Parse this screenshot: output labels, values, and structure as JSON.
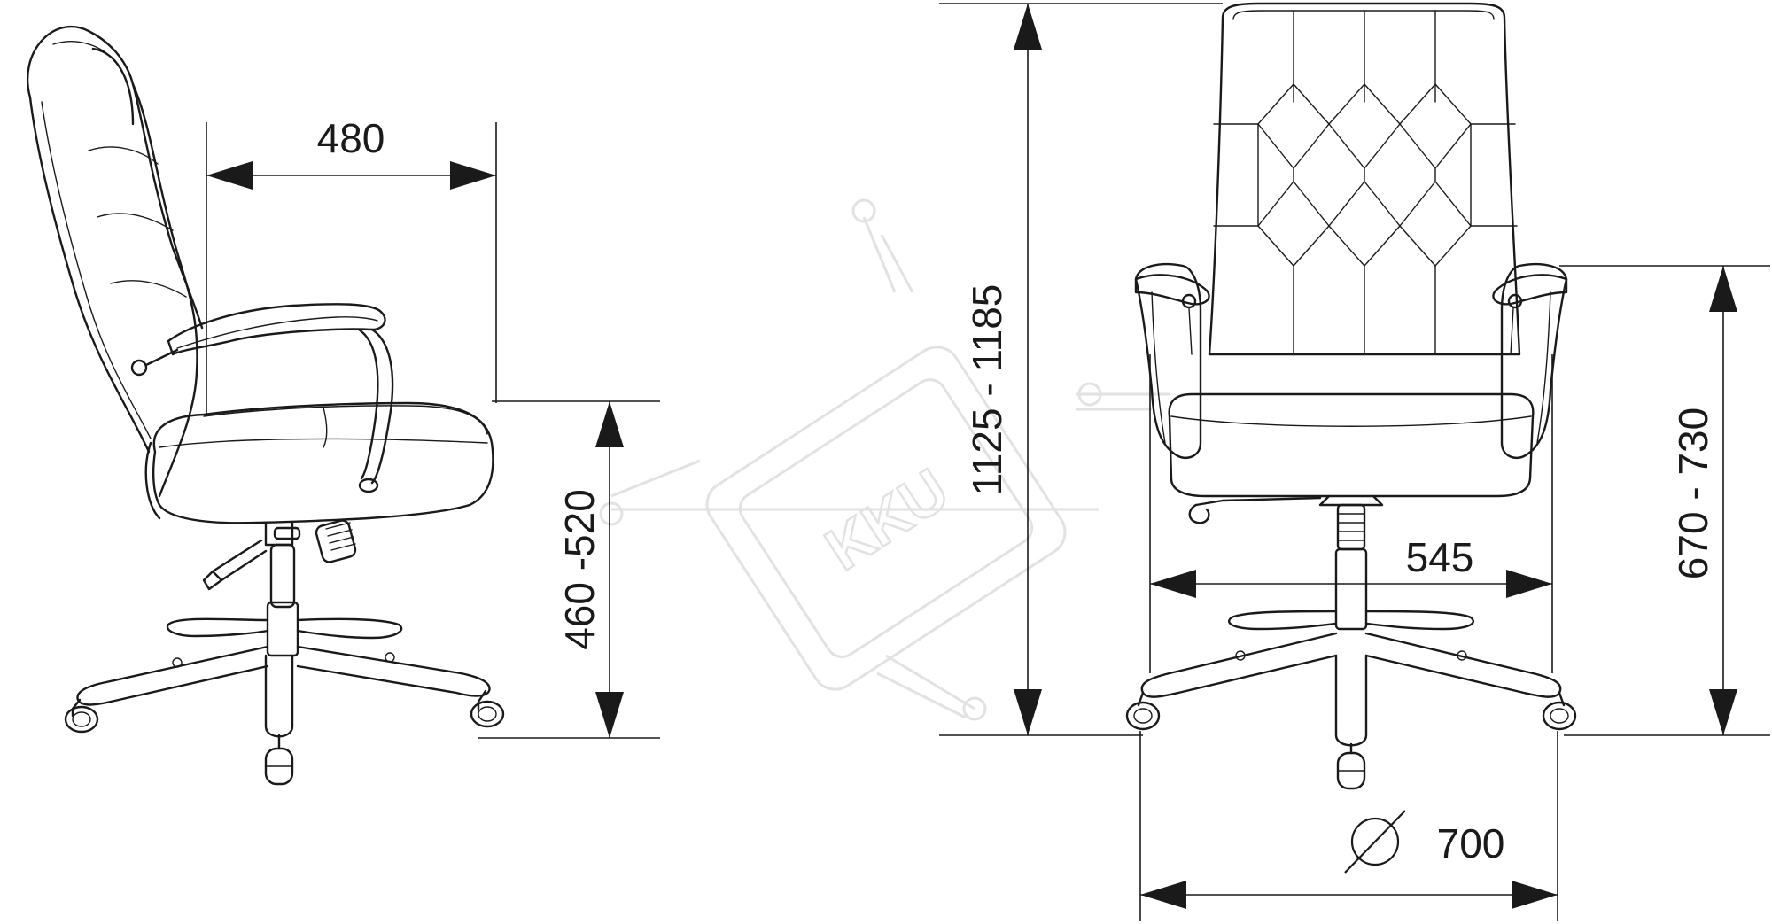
{
  "dimensions": {
    "depth": "480",
    "seat_height": "460 -520",
    "total_height": "1125 - 1185",
    "armrest_height": "670 - 730",
    "seat_width": "545",
    "base_diameter": "700"
  },
  "icons": {
    "diameter": "diameter-symbol-icon"
  },
  "watermark": {
    "text": "KKU"
  },
  "colors": {
    "line": "#1a1a1a",
    "watermark": "#e2e2e2",
    "background": "#ffffff"
  }
}
